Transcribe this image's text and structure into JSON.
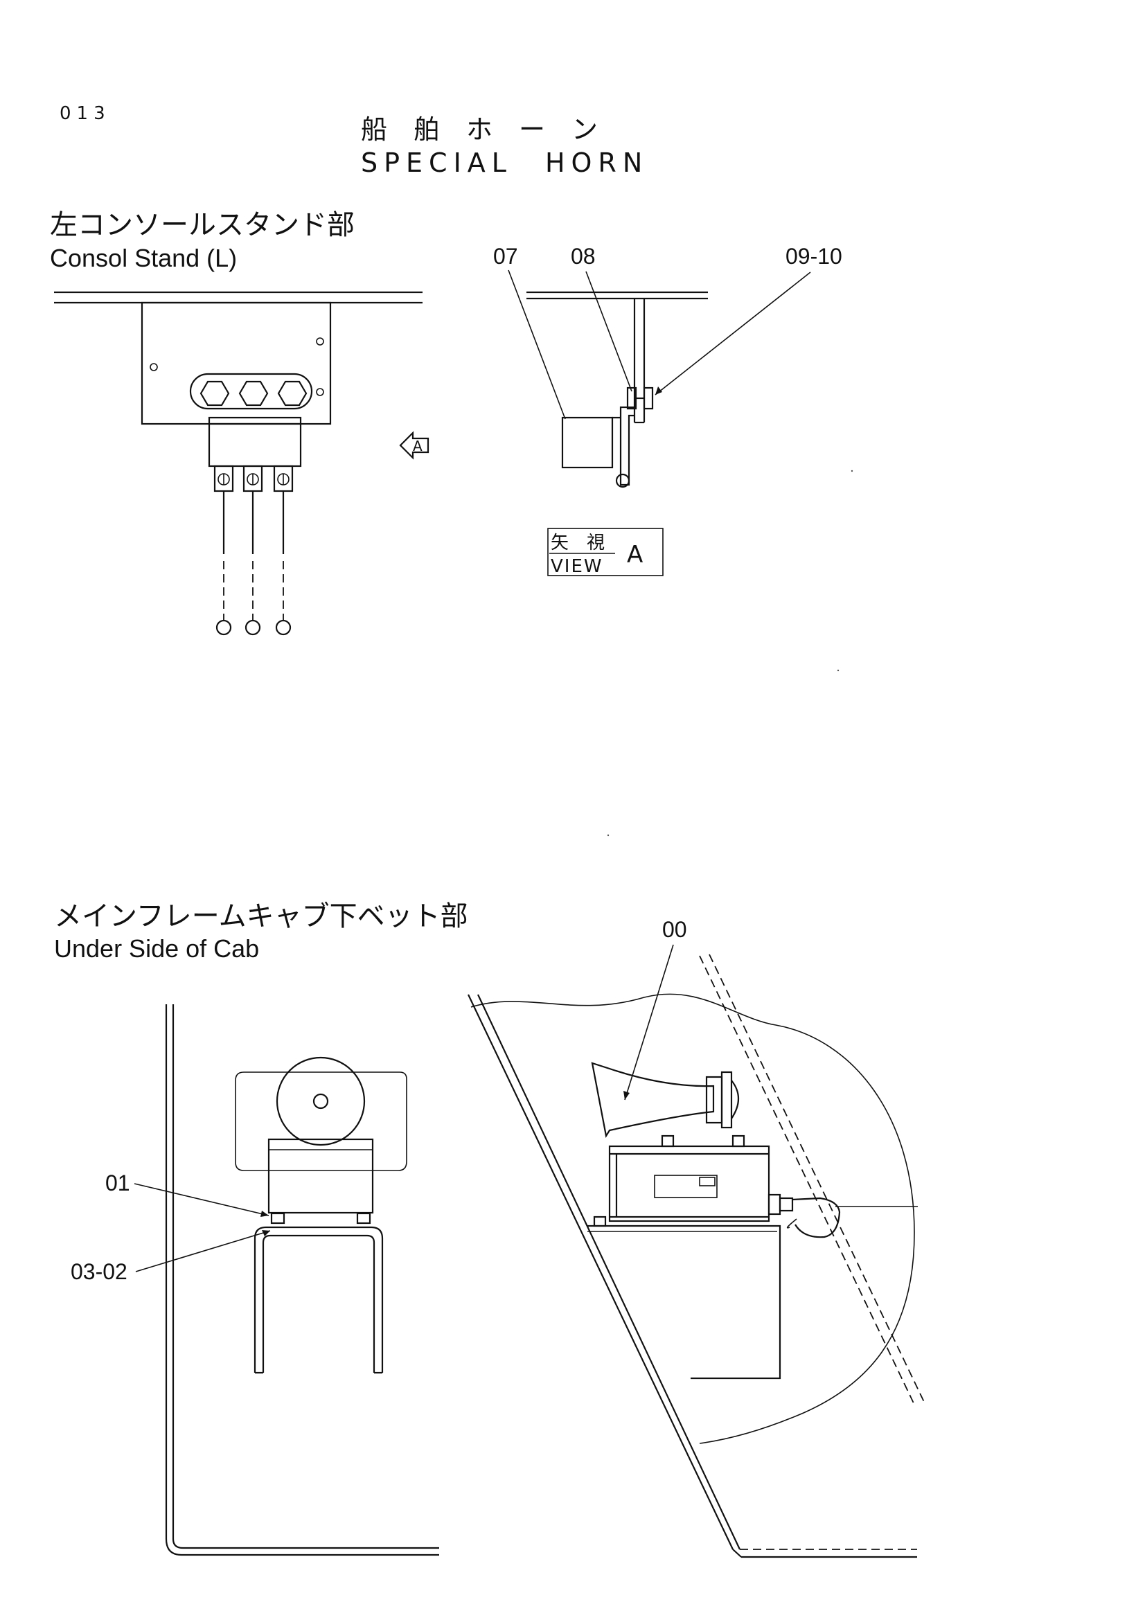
{
  "page_number": "013",
  "title_jp": "船　舶　ホ　ー　ン",
  "title_en": "SPECIAL　HORN",
  "section1": {
    "title_jp": "左コンソールスタンド部",
    "title_en": "Consol Stand (L)",
    "callouts": [
      "07",
      "08",
      "09-10"
    ],
    "view_arrow_letter": "A",
    "view_label_jp": "矢　視",
    "view_label_en": "VIEW",
    "view_letter": "A"
  },
  "section2": {
    "title_jp": "メインフレームキャブ下ベット部",
    "title_en": "Under Side of Cab",
    "callouts": [
      "00",
      "01",
      "03-02"
    ]
  }
}
